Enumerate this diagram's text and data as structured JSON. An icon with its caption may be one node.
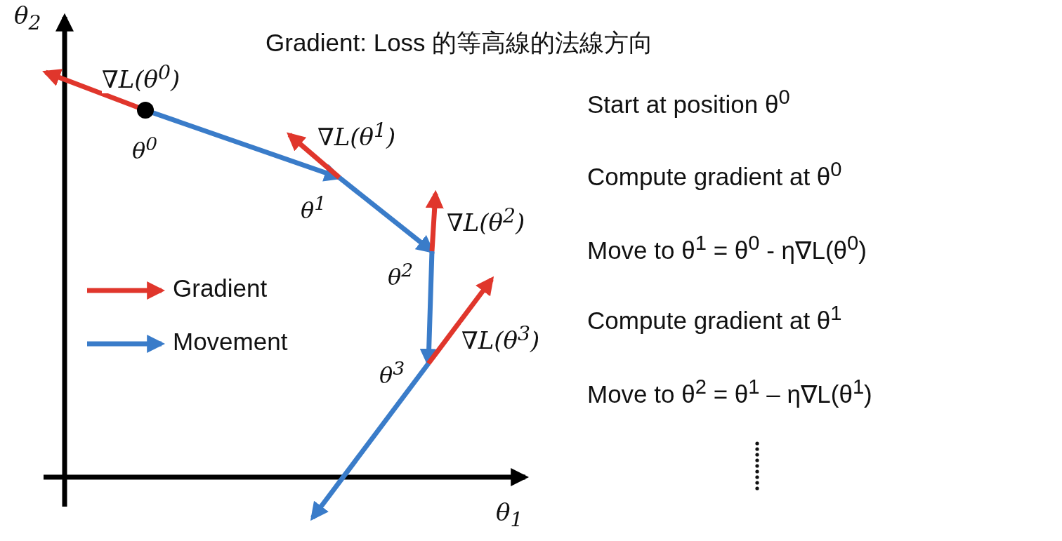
{
  "diagram": {
    "title": "Gradient: Loss 的等高線的法線方向",
    "nodes": [
      {
        "text": [
          "θ$^{0}$"
        ]
      },
      {
        "text": [
          "θ$^{1}$"
        ]
      },
      {
        "text": [
          "θ$^{2}$"
        ]
      },
      {
        "text": [
          "θ$^{3}$"
        ]
      }
    ],
    "edges": [
      {
        "from": 0,
        "to": 1,
        "arrow": "to",
        "color": "#3a7cc9"
      },
      {
        "from": 1,
        "to": 2,
        "arrow": "to",
        "color": "#3a7cc9"
      },
      {
        "from": 2,
        "to": 3,
        "arrow": "to",
        "color": "#3a7cc9"
      },
      {
        "from": 3,
        "to": null,
        "arrow": "to",
        "color": "#3a7cc9"
      },
      {
        "from": 0,
        "to": null,
        "arrow": "to",
        "color": "#e0362c",
        "label": "∇L(θ$^{0}$)"
      },
      {
        "from": 1,
        "to": null,
        "arrow": "to",
        "color": "#e0362c",
        "label": "∇L(θ$^{1}$)"
      },
      {
        "from": 2,
        "to": null,
        "arrow": "to",
        "color": "#e0362c",
        "label": "∇L(θ$^{2}$)"
      },
      {
        "from": 3,
        "to": null,
        "arrow": "to",
        "color": "#e0362c",
        "label": "∇L(θ$^{3}$)"
      }
    ],
    "labels": [
      "θ$_{2}$",
      "θ$_{1}$",
      "Start at position θ$^{0}$",
      "Compute gradient at θ$^{0}$",
      "Move to θ$^{1}$ = θ$^{0}$ - η∇L(θ$^{0}$)",
      "Compute gradient at θ$^{1}$",
      "Move to θ$^{2}$ = θ$^{1}$ – η∇L(θ$^{1}$)"
    ],
    "legend": [
      {
        "text": "Gradient"
      },
      {
        "text": "Movement"
      }
    ]
  }
}
